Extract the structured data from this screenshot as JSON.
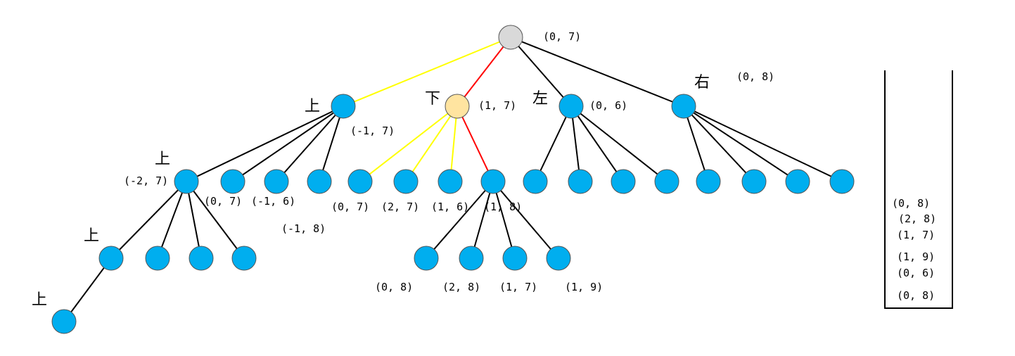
{
  "colors": {
    "node": "#00AEEF",
    "root": "#D9D9D9",
    "selected": "#FFE4A0",
    "edge_default": "#000000",
    "edge_explored": "#FFFF00",
    "edge_path": "#FF0000"
  },
  "tree": {
    "node_labels": {
      "root": "(0, 7)",
      "up": "(-1, 7)",
      "down": "(1, 7)",
      "left": "(0, 6)",
      "right": "(0, 8)",
      "up_up": "(-2, 7)",
      "up_c2": "(0, 7)",
      "up_c3": "(-1, 6)",
      "up_c4": "(-1, 8)",
      "down_c1": "(0, 7)",
      "down_c2": "(2, 7)",
      "down_c3": "(1, 6)",
      "down_c4": "(1, 8)",
      "g1": "(0, 8)",
      "g2": "(2, 8)",
      "g3": "(1, 7)",
      "g4": "(1, 9)"
    },
    "direction_labels": {
      "up1": "上",
      "down1": "下",
      "left1": "左",
      "right1": "右",
      "up2": "上",
      "up3": "上",
      "up4": "上"
    }
  },
  "stack": {
    "items": [
      "(0, 8)",
      "(2, 8)",
      "(1, 7)",
      "(1, 9)",
      "(0, 6)",
      "(0, 8)"
    ]
  }
}
